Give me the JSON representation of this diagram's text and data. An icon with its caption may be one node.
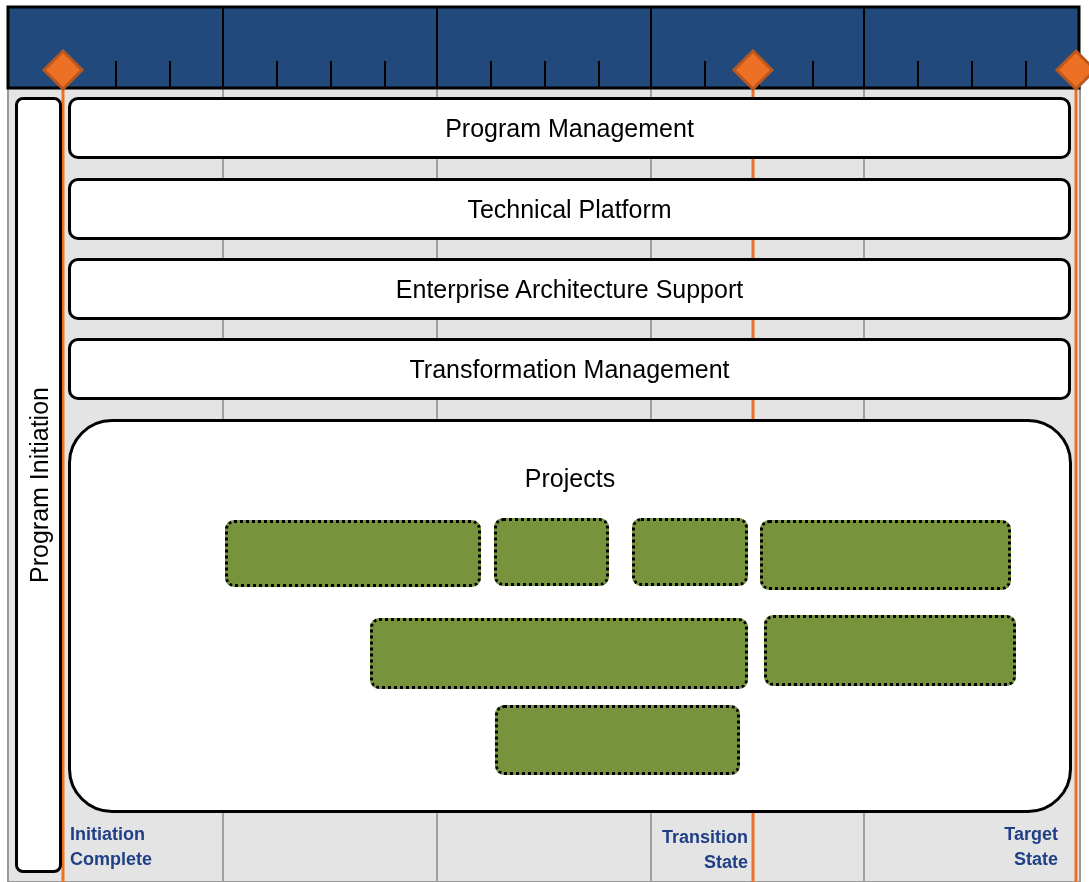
{
  "diagram": {
    "nodes": [
      {
        "text": [
          "Program Initiation"
        ]
      },
      {
        "text": [
          "Program Management"
        ]
      },
      {
        "text": [
          "Technical Platform"
        ]
      },
      {
        "text": [
          "Enterprise Architecture Support"
        ]
      },
      {
        "text": [
          "Transformation Management"
        ]
      },
      {
        "text": [
          "Projects"
        ]
      },
      {
        "text": [],
        "shape": "box",
        "in": 5
      },
      {
        "text": [],
        "shape": "box",
        "in": 5
      },
      {
        "text": [],
        "shape": "box",
        "in": 5
      },
      {
        "text": [],
        "shape": "box",
        "in": 5
      },
      {
        "text": [],
        "shape": "box",
        "in": 5
      },
      {
        "text": [],
        "shape": "box",
        "in": 5
      },
      {
        "text": [],
        "shape": "box",
        "in": 5
      }
    ],
    "edges": [],
    "labels": [
      "Initiation Complete",
      "Transition State",
      "Target State"
    ]
  }
}
